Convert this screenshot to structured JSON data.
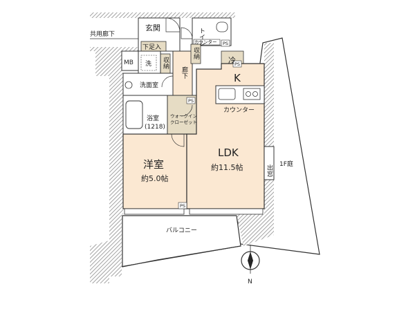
{
  "floor_plan": {
    "rooms": {
      "entrance": "玄関",
      "shoe_storage": "下足入",
      "common_corridor": "共用廊下",
      "mb": "MB",
      "toilet": "トイレ",
      "toilet_counter": "カウンター",
      "ps_1": "PS",
      "ps_2": "PS",
      "ps_3": "PS",
      "ps_4": "PS",
      "washer": "洗",
      "storage_1": "収納",
      "storage_2": "収納",
      "hallway": "廊下",
      "fridge": "冷",
      "kitchen": "K",
      "counter": "カウンター",
      "washroom": "洗面室",
      "bathroom": "浴室",
      "bath_size": "(1218)",
      "wic_line1": "ウォークイン",
      "wic_line2": "クローゼット",
      "western_room": "洋室",
      "western_size": "約5.0帖",
      "ldk": "LDK",
      "ldk_size": "約11.5帖",
      "bay_window": "出窓",
      "garden": "1F庭",
      "balcony": "バルコニー",
      "north": "N"
    }
  },
  "colors": {
    "wall_hatch": "#8c8c8c",
    "floor": "#fbe8d2",
    "wet_area": "#ffffff",
    "storage": "#e6dcc4",
    "outline": "#333333"
  }
}
